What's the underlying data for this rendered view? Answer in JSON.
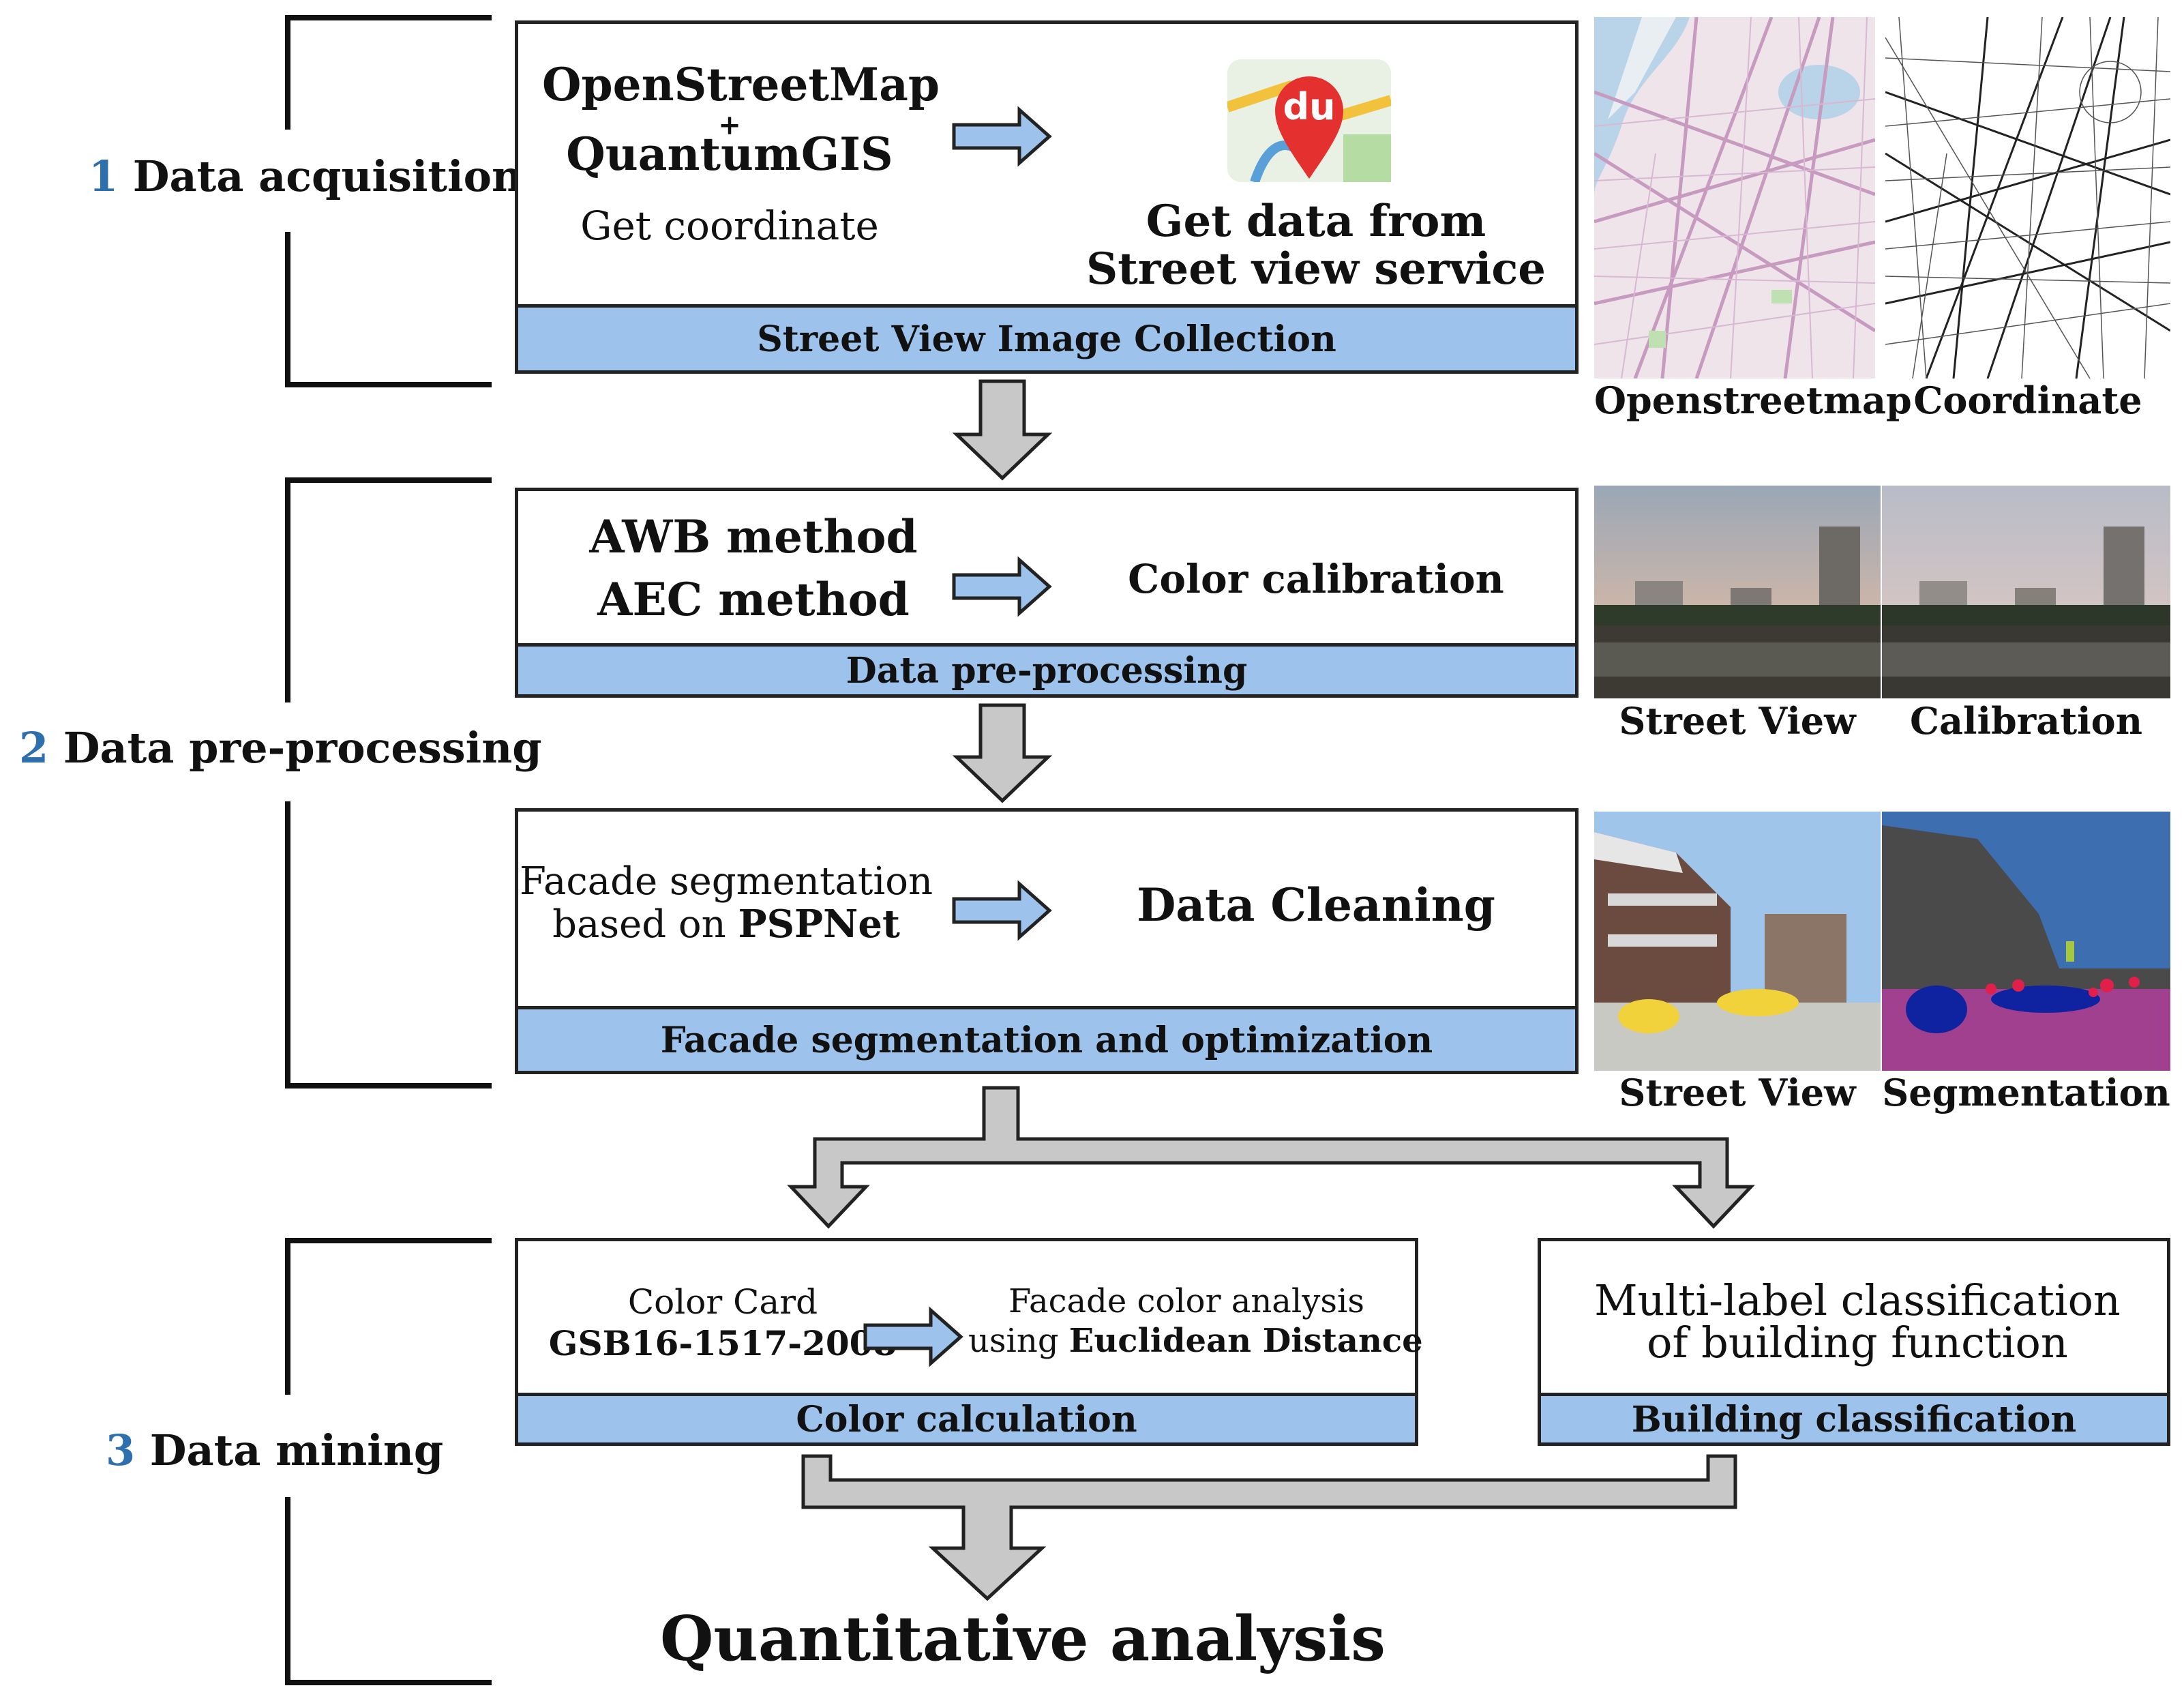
{
  "stages": {
    "s1": {
      "num": "1",
      "label": "Data acquisition"
    },
    "s2": {
      "num": "2",
      "label": "Data pre-processing"
    },
    "s3": {
      "num": "3",
      "label": "Data mining"
    }
  },
  "box1": {
    "left_line1": "OpenStreetMap",
    "left_plus": "+",
    "left_line2": "QuantumGIS",
    "left_line3": "Get coordinate",
    "right_line1": "Get data from",
    "right_line2": "Street view service",
    "logo_text": "du",
    "bar": "Street View Image Collection"
  },
  "box2": {
    "left_line1": "AWB method",
    "left_line2": "AEC method",
    "right": "Color calibration",
    "bar": "Data pre-processing"
  },
  "box3": {
    "left_line1": "Facade segmentation",
    "left_line2_prefix": "based on ",
    "left_line2_bold": "PSPNet",
    "right": "Data Cleaning",
    "bar": "Facade segmentation and optimization"
  },
  "box4": {
    "left_line1": "Color Card",
    "left_line2": "GSB16-1517-2008",
    "right_line1": "Facade color analysis",
    "right_line2_prefix": "using ",
    "right_line2_bold": "Euclidean Distance",
    "bar": "Color calculation"
  },
  "box5": {
    "line1": "Multi-label classification",
    "line2": "of building function",
    "bar": "Building classification"
  },
  "final": "Quantitative analysis",
  "captions": {
    "osm": "Openstreetmap",
    "coord": "Coordinate",
    "sv1": "Street View",
    "calib": "Calibration",
    "sv2": "Street View",
    "seg": "Segmentation"
  },
  "colors": {
    "bar": "#9dc3ec",
    "arrow_blue": "#9dc3ec",
    "arrow_gray": "#c8c8c8",
    "stage_num": "#2e6fae"
  }
}
